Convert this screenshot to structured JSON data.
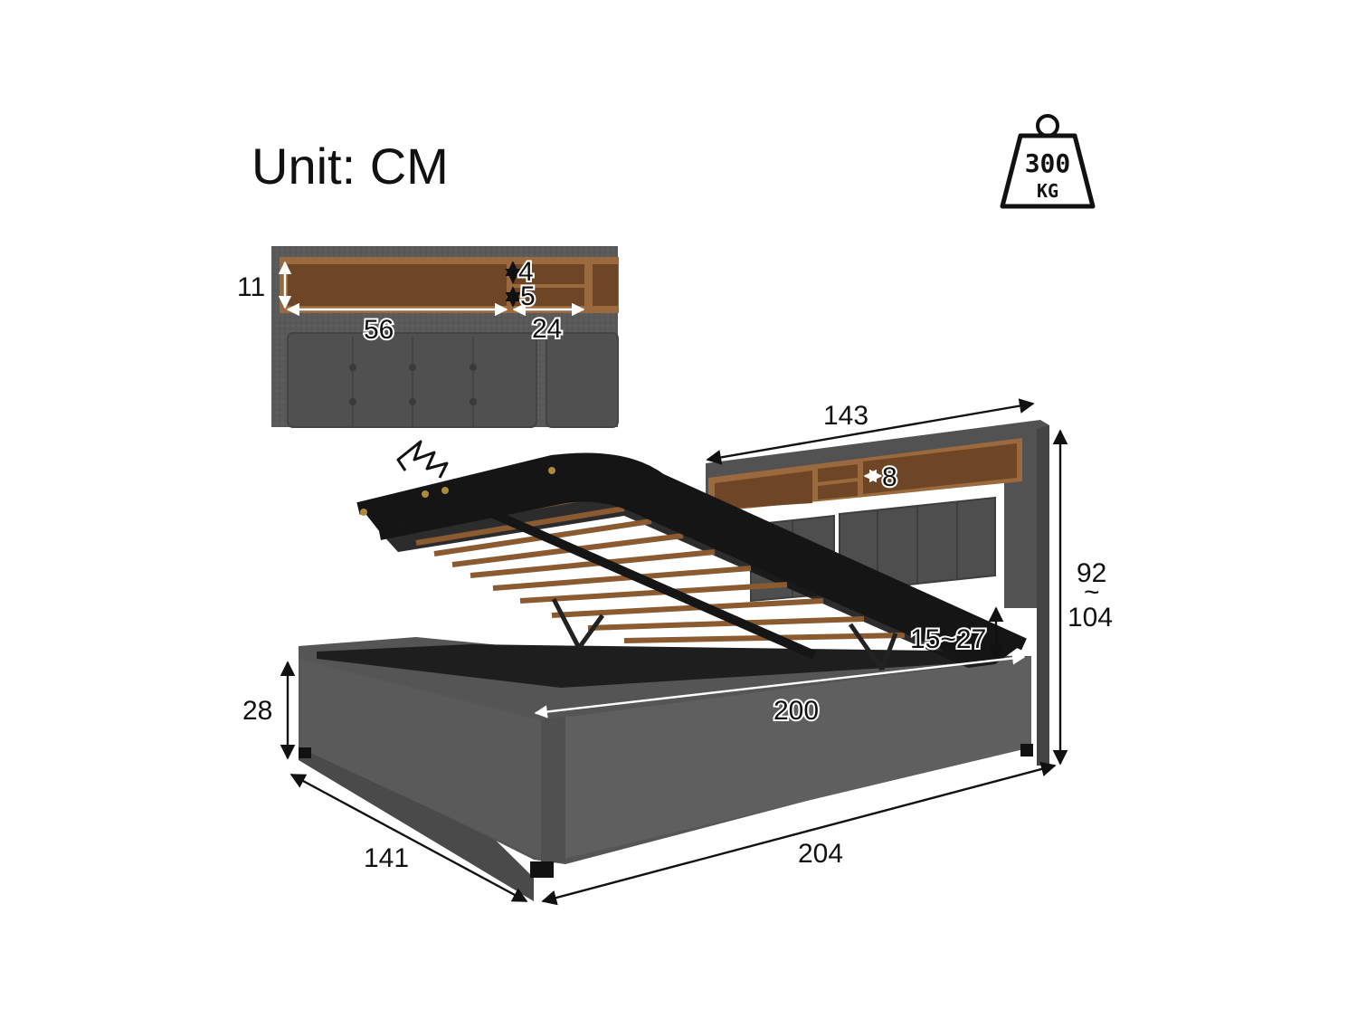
{
  "unit_label": "Unit: CM",
  "weight_badge": {
    "value": "300",
    "unit": "KG",
    "icon": "weight-icon"
  },
  "colors": {
    "fabric": "#5a5a5a",
    "fabric_dark": "#454545",
    "wood": "#9a6a3e",
    "wood_dark": "#6e4626",
    "frame_black": "#151515",
    "slat": "#8a5a30"
  },
  "dimensions": {
    "shelf_height": "11",
    "shelf_small_top": "4",
    "shelf_small_bottom": "5",
    "shelf_left_width": "56",
    "shelf_right_width": "24",
    "headboard_width": "143",
    "shelf_gap": "8",
    "headboard_height_top": "92",
    "headboard_height_sep": "~",
    "headboard_height_bottom": "104",
    "clearance": "15~27",
    "inner_length": "200",
    "side_height": "28",
    "bed_width": "141",
    "bed_length": "204"
  }
}
